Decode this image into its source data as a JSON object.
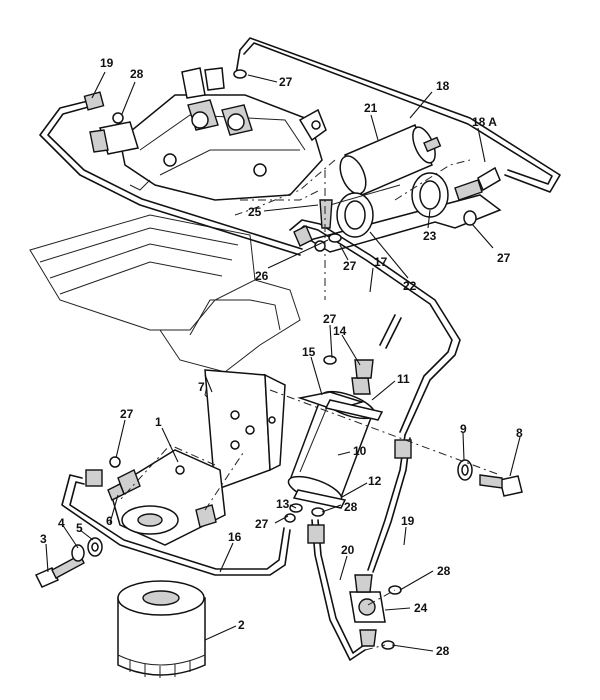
{
  "callouts": [
    {
      "id": "c1",
      "text": "1"
    },
    {
      "id": "c2",
      "text": "2"
    },
    {
      "id": "c3",
      "text": "3"
    },
    {
      "id": "c4",
      "text": "4"
    },
    {
      "id": "c5",
      "text": "5"
    },
    {
      "id": "c6",
      "text": "6"
    },
    {
      "id": "c7",
      "text": "7"
    },
    {
      "id": "c8",
      "text": "8"
    },
    {
      "id": "c9",
      "text": "9"
    },
    {
      "id": "c10",
      "text": "10"
    },
    {
      "id": "c11",
      "text": "11"
    },
    {
      "id": "c12",
      "text": "12"
    },
    {
      "id": "c13",
      "text": "13"
    },
    {
      "id": "c14",
      "text": "14"
    },
    {
      "id": "c15",
      "text": "15"
    },
    {
      "id": "c16",
      "text": "16"
    },
    {
      "id": "c17",
      "text": "17"
    },
    {
      "id": "c18",
      "text": "18"
    },
    {
      "id": "c18a",
      "text": "18 A"
    },
    {
      "id": "c19a",
      "text": "19"
    },
    {
      "id": "c19b",
      "text": "19"
    },
    {
      "id": "c20",
      "text": "20"
    },
    {
      "id": "c21",
      "text": "21"
    },
    {
      "id": "c22",
      "text": "22"
    },
    {
      "id": "c23",
      "text": "23"
    },
    {
      "id": "c24",
      "text": "24"
    },
    {
      "id": "c25",
      "text": "25"
    },
    {
      "id": "c26",
      "text": "26"
    },
    {
      "id": "c27a",
      "text": "27"
    },
    {
      "id": "c27b",
      "text": "27"
    },
    {
      "id": "c27c",
      "text": "27"
    },
    {
      "id": "c27d",
      "text": "27"
    },
    {
      "id": "c27e",
      "text": "27"
    },
    {
      "id": "c27f",
      "text": "27"
    },
    {
      "id": "c27g",
      "text": "27"
    },
    {
      "id": "c28a",
      "text": "28"
    },
    {
      "id": "c28b",
      "text": "28"
    },
    {
      "id": "c28c",
      "text": "28"
    },
    {
      "id": "c28d",
      "text": "28"
    }
  ]
}
